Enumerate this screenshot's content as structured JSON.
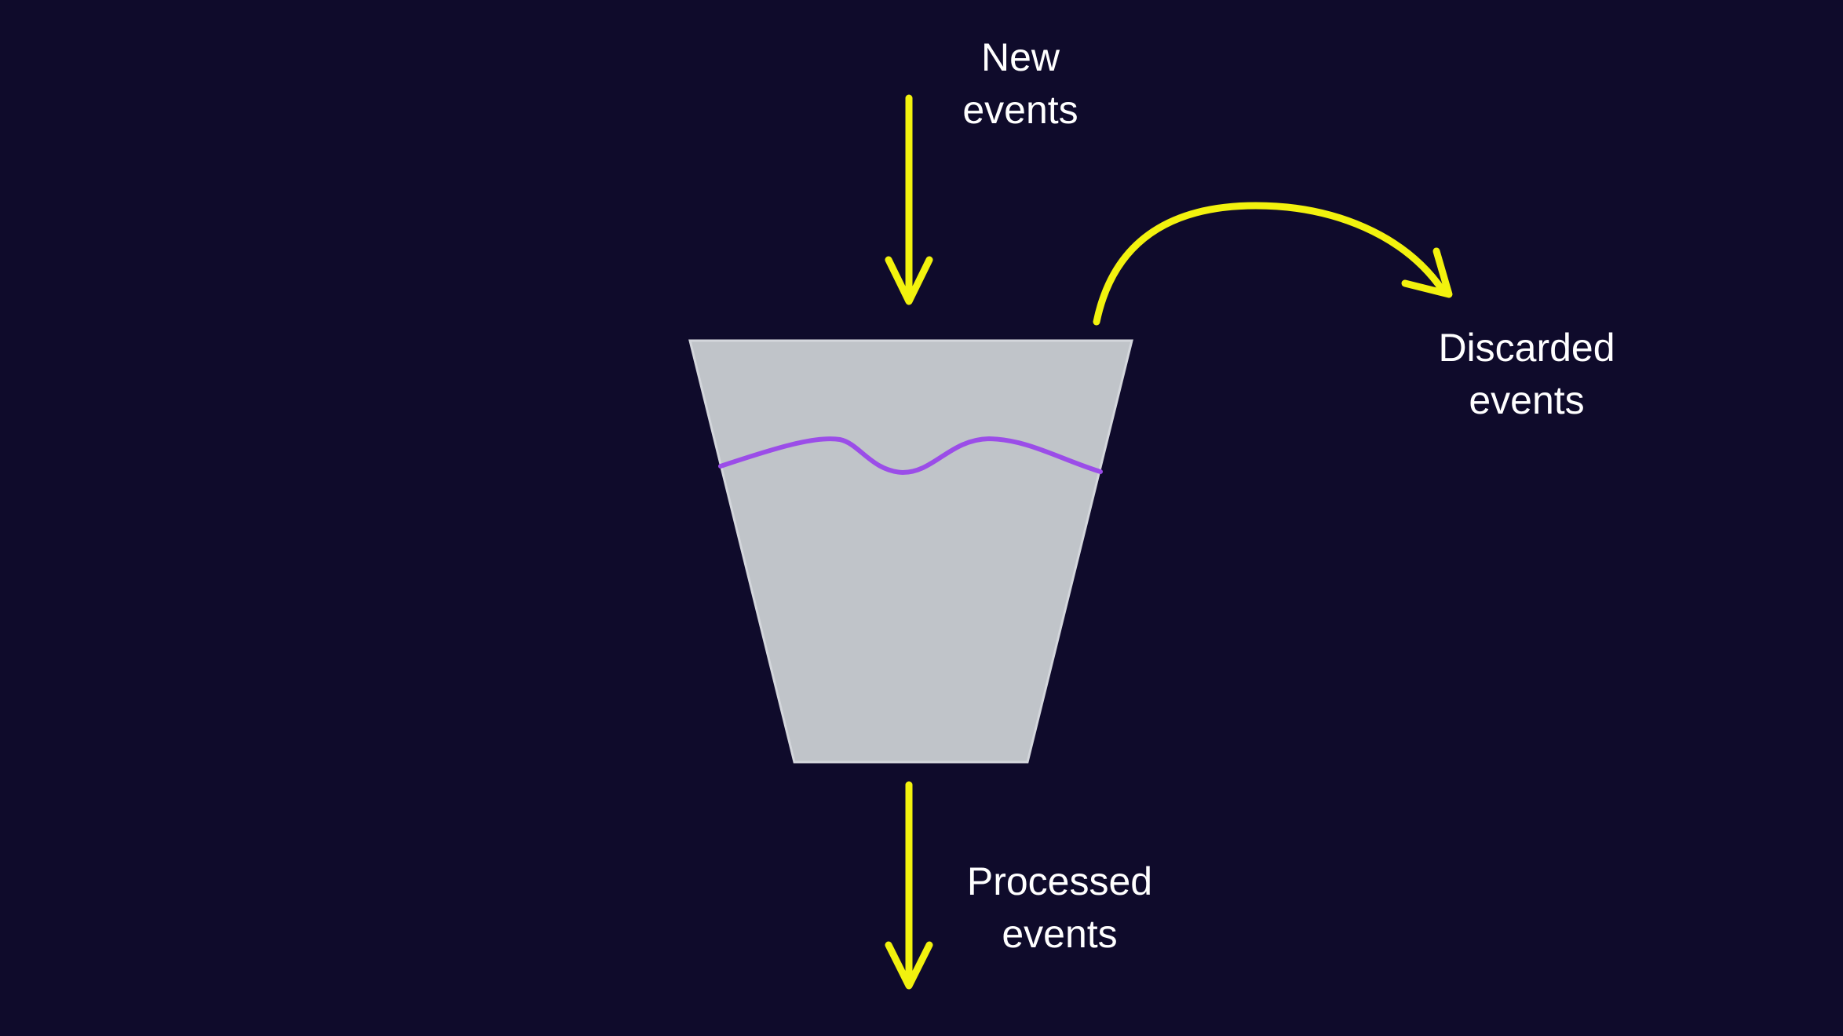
{
  "labels": {
    "new_events": {
      "line1": "New",
      "line2": "events"
    },
    "discarded_events": {
      "line1": "Discarded",
      "line2": "events"
    },
    "processed_events": {
      "line1": "Processed",
      "line2": "events"
    }
  },
  "colors": {
    "background": "#0f0b2b",
    "bucket_fill": "#c0c4c9",
    "water_line": "#9b4de8",
    "arrow": "#f2f20e",
    "text": "#ffffff"
  },
  "icons": {
    "bucket": "leaky-bucket-icon",
    "inflow_arrow": "arrow-down-icon",
    "overflow_arrow": "curved-arrow-right-icon",
    "outflow_arrow": "arrow-down-icon"
  }
}
